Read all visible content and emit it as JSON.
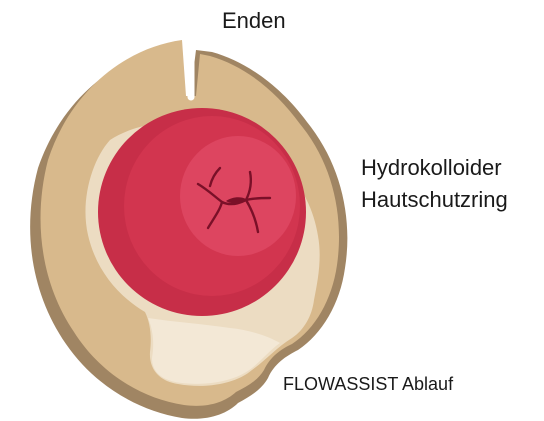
{
  "diagram": {
    "labels": {
      "ends": "Enden",
      "ring_line1": "Hydrokolloider",
      "ring_line2": "Hautschutzring",
      "drain": "FLOWASSIST Ablauf"
    },
    "colors": {
      "ring": "#d8b98c",
      "ring_shadow": "#a08563",
      "ring_dark": "#c9a574",
      "inner_cream": "#ecdcc2",
      "inner_light": "#f3e8d6",
      "stoma_outer": "#c72e48",
      "stoma_mid": "#d83a55",
      "stoma_highlight": "#e24b63",
      "stoma_crease": "#7a1028"
    }
  }
}
